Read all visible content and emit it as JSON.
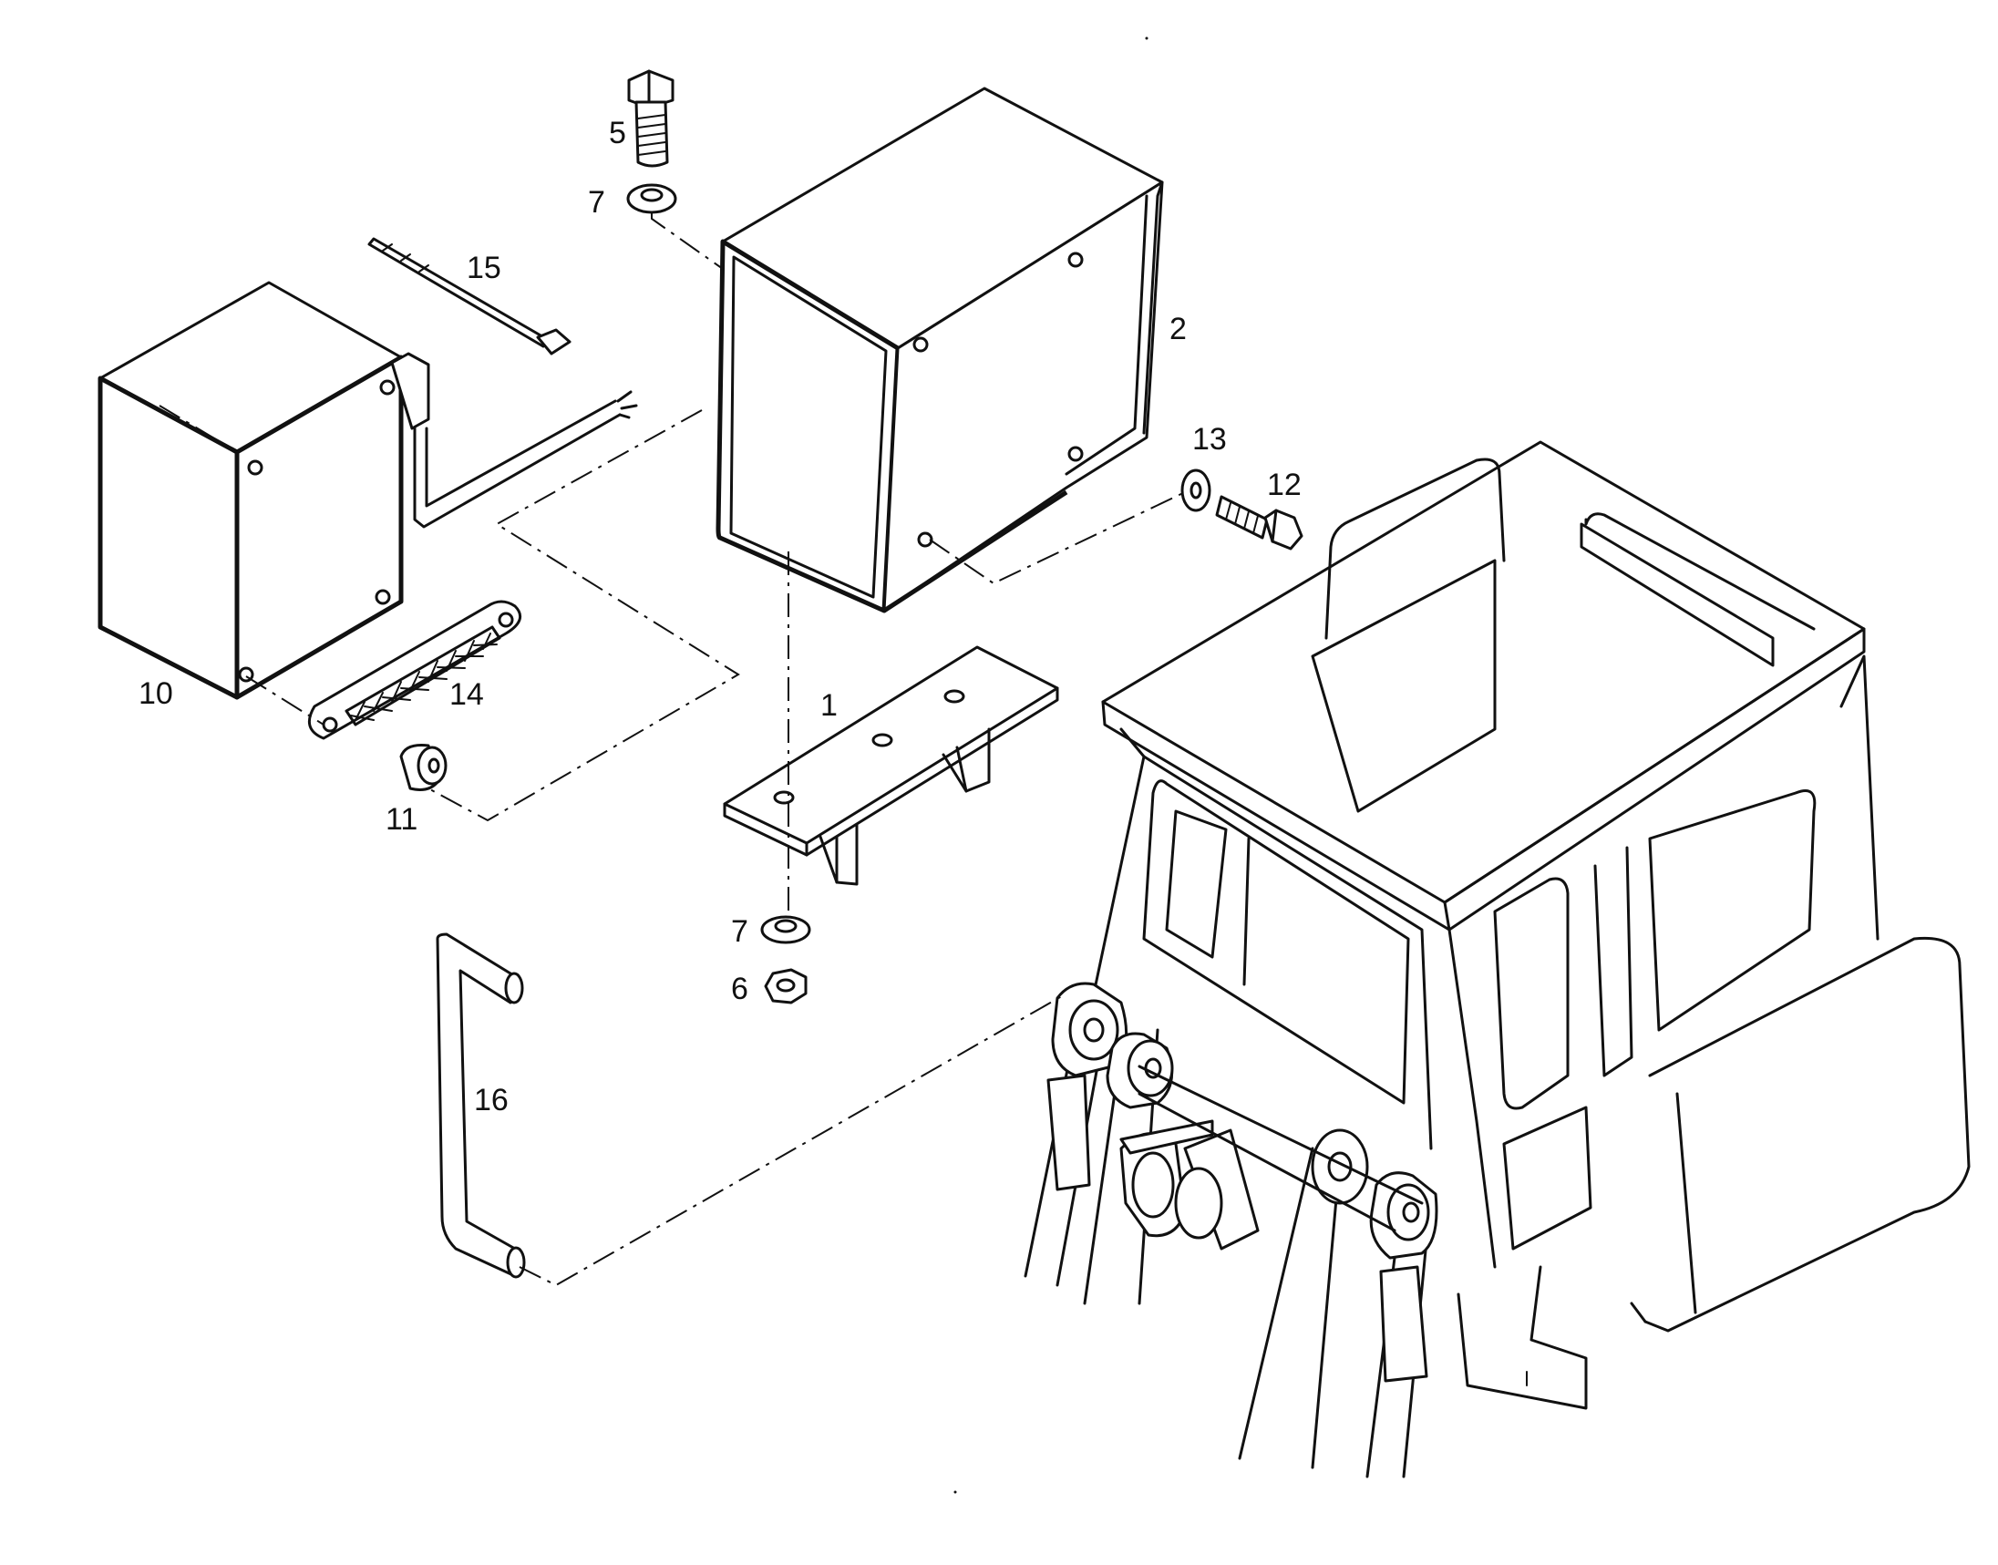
{
  "callouts": {
    "c1": "1",
    "c2": "2",
    "c5": "5",
    "c6": "6",
    "c7a": "7",
    "c7b": "7",
    "c10": "10",
    "c11": "11",
    "c12": "12",
    "c13": "13",
    "c14": "14",
    "c15": "15",
    "c16": "16"
  }
}
